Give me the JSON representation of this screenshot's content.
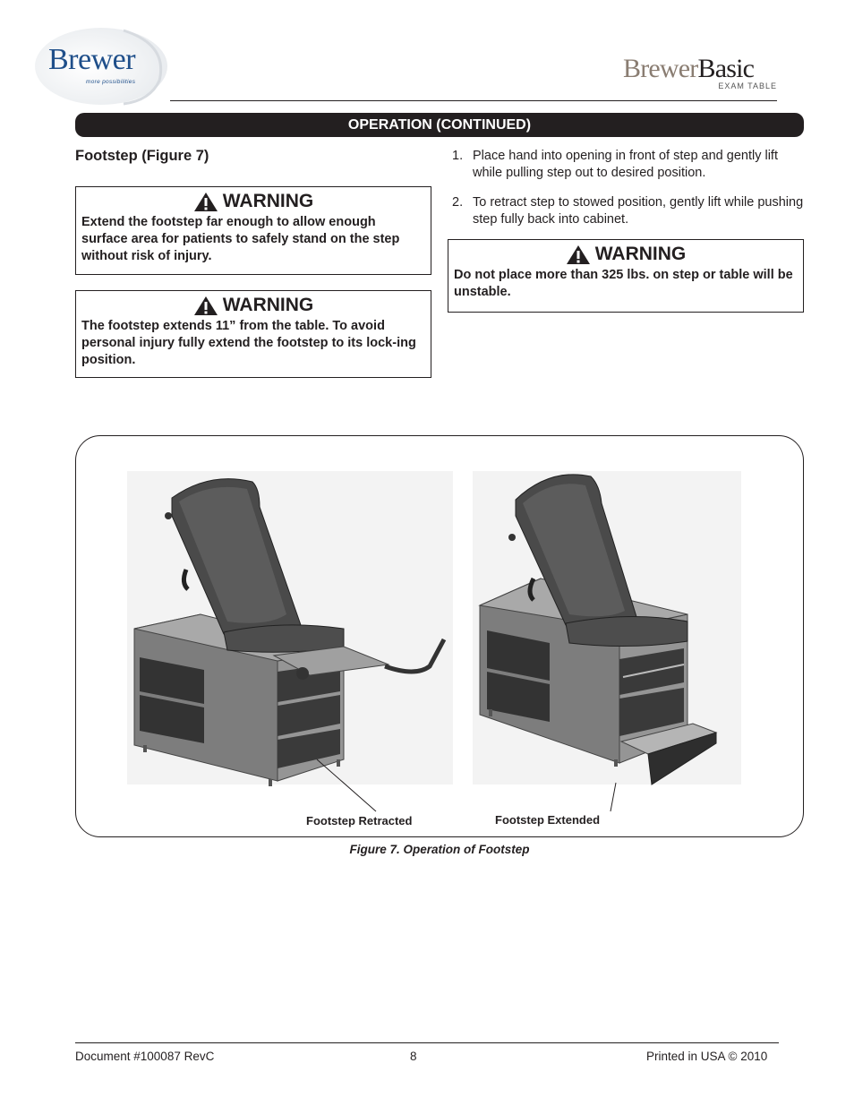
{
  "header": {
    "logo_left_name": "Brewer",
    "logo_left_tagline": "more possibilities",
    "logo_right_brand_part1": "Brewer",
    "logo_right_brand_part2": "Basic",
    "logo_right_subtitle": "EXAM TABLE"
  },
  "section_title": "OPERATION (CONTINUED)",
  "subheading": "Footstep (Figure 7)",
  "warnings": [
    {
      "title": "WARNING",
      "text": "Extend the footstep far enough to allow enough surface area for patients to safely stand on the step without risk of injury."
    },
    {
      "title": "WARNING",
      "text": "The footstep extends 11” from the table. To avoid personal injury fully extend the footstep to its lock-ing position."
    },
    {
      "title": "WARNING",
      "text": "Do not place more than 325 lbs. on step or table will be unstable."
    }
  ],
  "steps": [
    {
      "num": "1.",
      "text": "Place hand into opening in front of step and gently lift while pulling step out to desired position."
    },
    {
      "num": "2.",
      "text": "To retract step to stowed position, gently lift while pushing step fully back into cabinet."
    }
  ],
  "figure": {
    "label_left": "Footstep Retracted",
    "label_right": "Footstep Extended",
    "caption": "Figure 7. Operation of Footstep"
  },
  "footer": {
    "document": "Document #100087  RevC",
    "page": "8",
    "printed": "Printed in USA © 2010"
  }
}
